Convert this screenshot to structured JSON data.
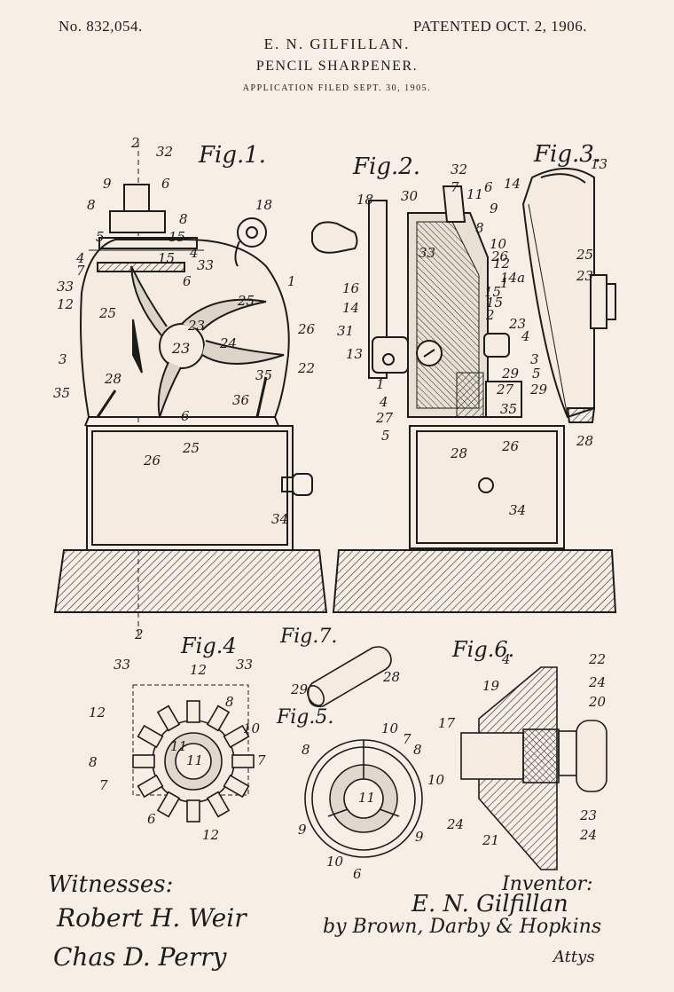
{
  "header": {
    "patent_no": "No. 832,054.",
    "patent_date": "PATENTED OCT. 2, 1906.",
    "inventor": "E. N. GILFILLAN.",
    "title": "PENCIL SHARPENER.",
    "filed": "APPLICATION FILED SEPT. 30, 1905."
  },
  "figures": {
    "fig1": "Fig.1.",
    "fig2": "Fig.2.",
    "fig3": "Fig.3.",
    "fig4": "Fig.4",
    "fig5": "Fig.5.",
    "fig6": "Fig.6.",
    "fig7": "Fig.7."
  },
  "labels": {
    "fig1": [
      "2",
      "32",
      "9",
      "6",
      "8",
      "8",
      "5",
      "15",
      "4",
      "15",
      "4",
      "7",
      "33",
      "33",
      "12",
      "18",
      "1",
      "6",
      "25",
      "25",
      "23",
      "24",
      "26",
      "22",
      "3",
      "28",
      "35",
      "35",
      "36",
      "26",
      "6",
      "25",
      "34",
      "2"
    ],
    "fig2": [
      "32",
      "18",
      "30",
      "7",
      "11",
      "6",
      "9",
      "8",
      "10",
      "26",
      "33",
      "12",
      "15",
      "14a",
      "16",
      "15",
      "14",
      "2",
      "31",
      "23",
      "13",
      "1",
      "29",
      "4",
      "27",
      "27",
      "35",
      "5",
      "28",
      "26",
      "34"
    ],
    "fig3": [
      "13",
      "14",
      "25",
      "23",
      "1",
      "4",
      "3",
      "5",
      "29",
      "28"
    ],
    "fig4": [
      "33",
      "12",
      "33",
      "12",
      "8",
      "10",
      "11",
      "11",
      "8",
      "7",
      "7",
      "6",
      "12"
    ],
    "fig5": [
      "10",
      "7",
      "8",
      "8",
      "10",
      "11",
      "9",
      "10",
      "6",
      "9"
    ],
    "fig6": [
      "4",
      "22",
      "19",
      "24",
      "20",
      "17",
      "24",
      "23",
      "21",
      "24"
    ],
    "fig7": [
      "29",
      "28"
    ]
  },
  "signatures": {
    "witnesses_label": "Witnesses:",
    "witness_1": "Robert H. Weir",
    "witness_2": "Chas D. Perry",
    "inventor_label": "Inventor:",
    "inventor_signature": "E. N. Gilfillan",
    "attorneys_signature": "by Brown, Darby & Hopkins",
    "attorneys_label": "Attys"
  }
}
